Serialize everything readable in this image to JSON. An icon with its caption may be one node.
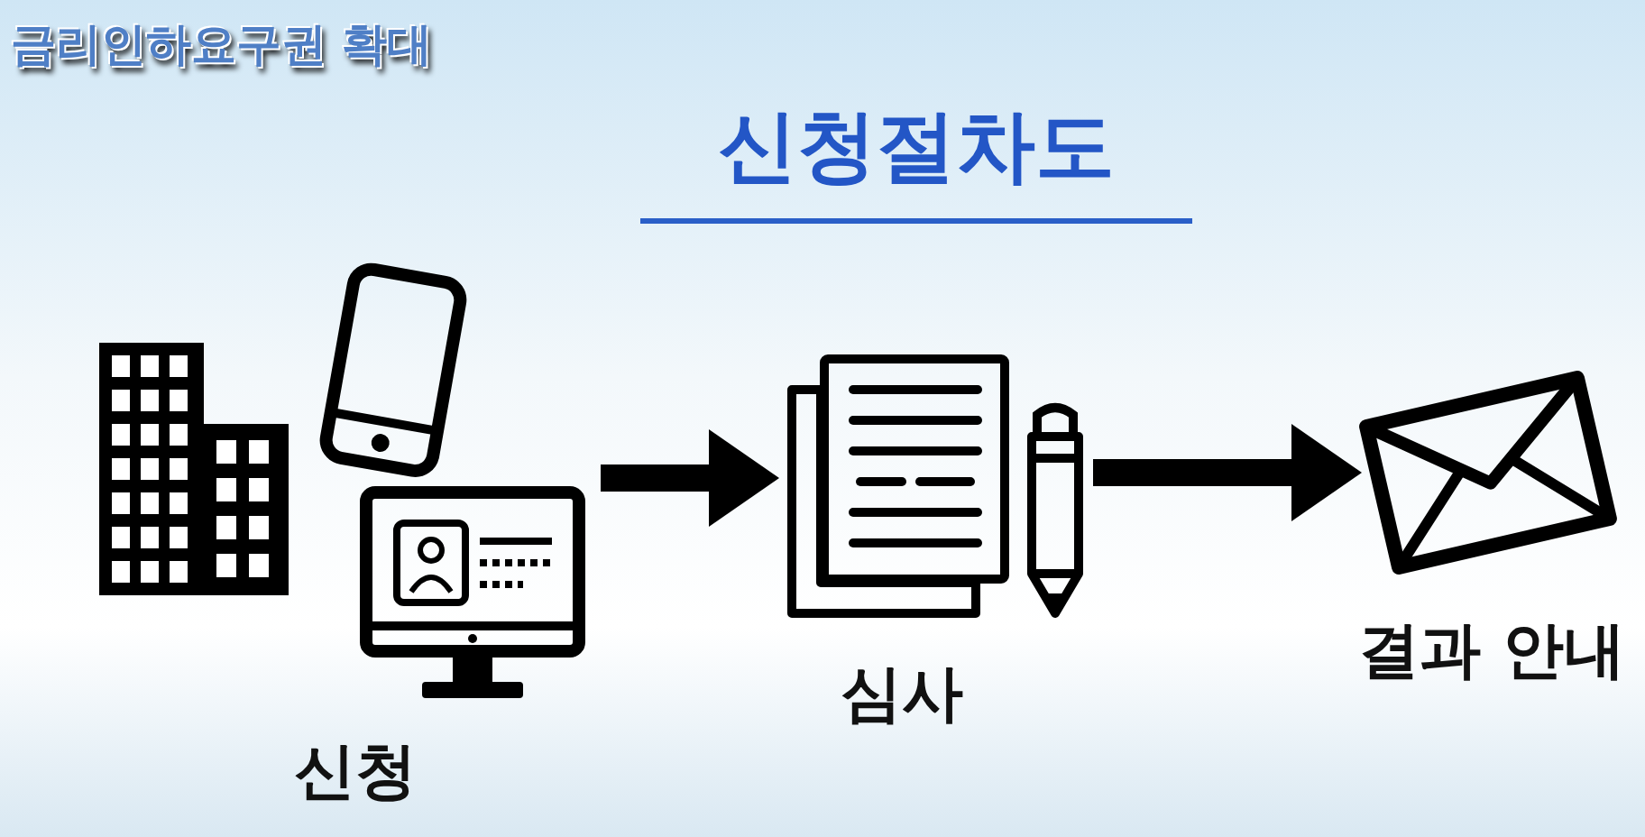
{
  "diagram": {
    "title": "신청절차도",
    "nodes": [
      {
        "text": [
          "신청"
        ]
      },
      {
        "text": [
          "심사"
        ]
      },
      {
        "text": [
          "결과 안내"
        ]
      }
    ],
    "edges": [
      {
        "from": 0,
        "to": 1,
        "arrow": "to"
      },
      {
        "from": 1,
        "to": 2,
        "arrow": "to"
      }
    ],
    "labels": [
      "금리인하요구권 확대"
    ]
  }
}
